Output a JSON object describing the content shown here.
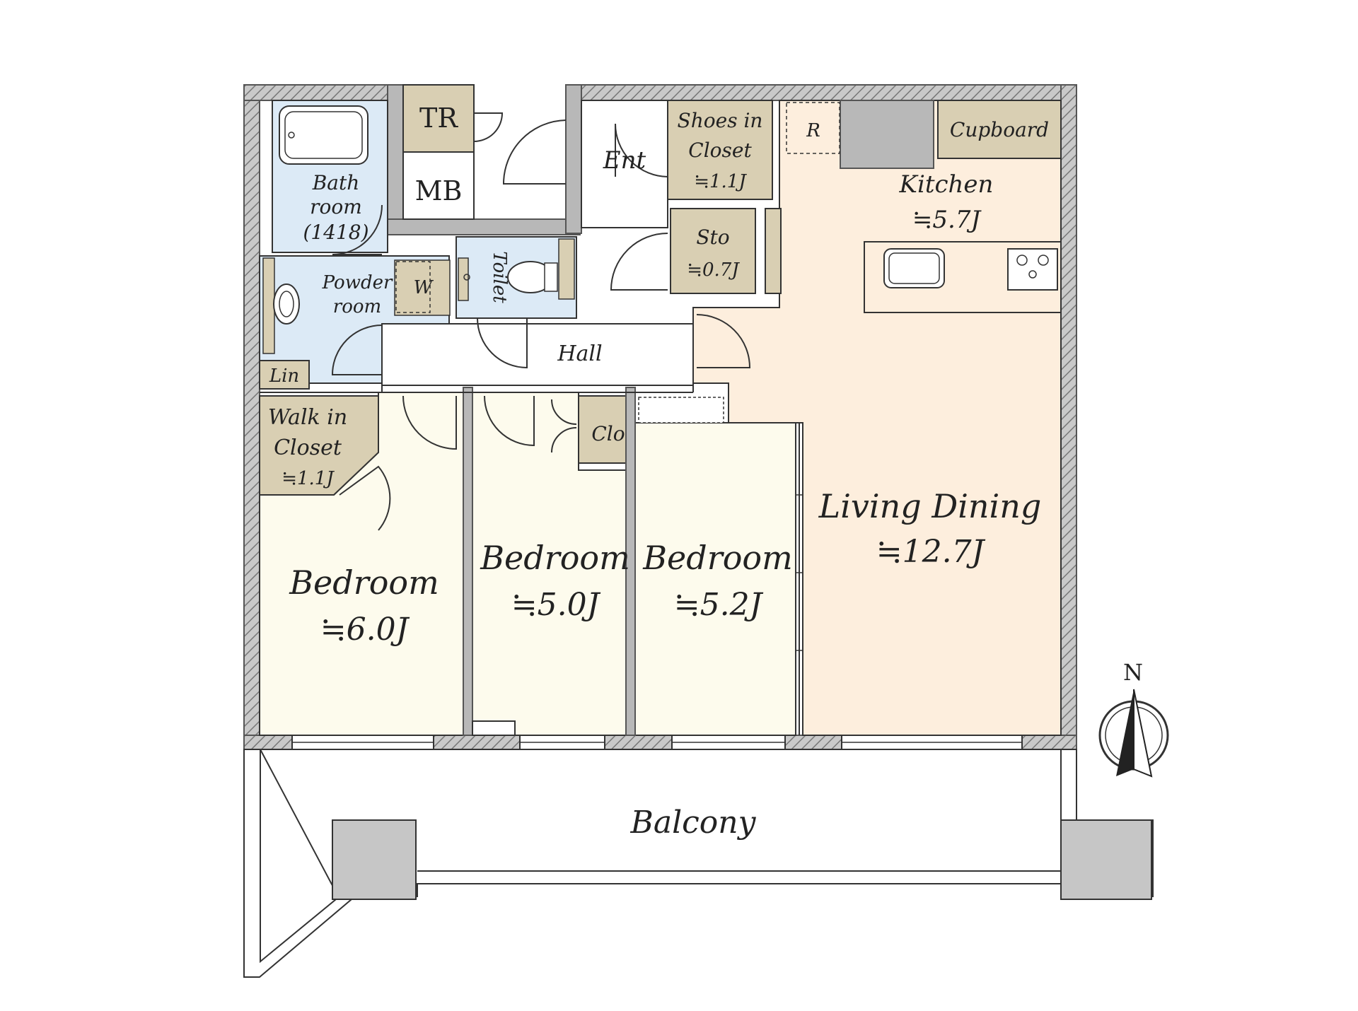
{
  "rooms": {
    "tr": "TR",
    "mb": "MB",
    "bath_line1": "Bath",
    "bath_line2": "room",
    "bath_line3": "(1418)",
    "shoes_line1": "Shoes in",
    "shoes_line2": "Closet",
    "shoes_area": "≒1.1J",
    "ent": "Ent",
    "r": "R",
    "cupboard": "Cupboard",
    "kitchen": "Kitchen",
    "kitchen_area": "≒5.7J",
    "sto": "Sto",
    "sto_area": "≒0.7J",
    "toilet": "Toilet",
    "powder_line1": "Powder",
    "powder_line2": "room",
    "w": "W",
    "hall": "Hall",
    "lin": "Lin",
    "wic_line1": "Walk in",
    "wic_line2": "Closet",
    "wic_area": "≒1.1J",
    "clo": "Clo",
    "living": "Living Dining",
    "living_area": "≒12.7J",
    "bedroom1": "Bedroom",
    "bedroom1_area": "≒6.0J",
    "bedroom2": "Bedroom",
    "bedroom2_area": "≒5.0J",
    "bedroom3": "Bedroom",
    "bedroom3_area": "≒5.2J",
    "balcony": "Balcony"
  },
  "compass": {
    "north": "N"
  },
  "colors": {
    "wet": "#dceaf6",
    "storage": "#d9cfb3",
    "bedroom": "#fdfbed",
    "living": "#fdeedd",
    "wall": "#b8b8b8",
    "pillar": "#c6c6c6"
  }
}
